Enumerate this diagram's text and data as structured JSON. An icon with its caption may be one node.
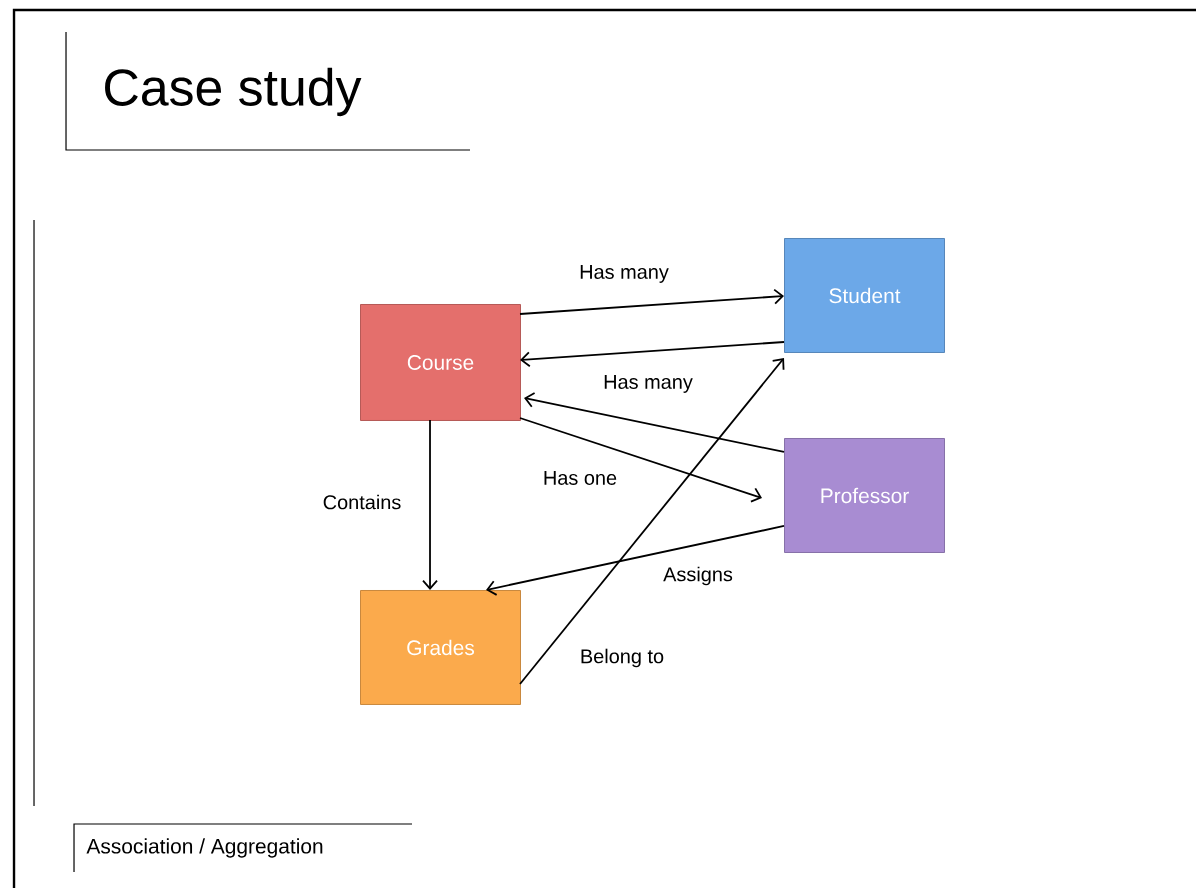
{
  "diagram": {
    "title": "Case study",
    "nodes": [
      {
        "text": [
          "Course"
        ]
      },
      {
        "text": [
          "Student"
        ]
      },
      {
        "text": [
          "Professor"
        ]
      },
      {
        "text": [
          "Grades"
        ]
      }
    ],
    "edges": [
      {
        "from": 0,
        "to": 1,
        "arrow": "to",
        "label": "Has many"
      },
      {
        "from": 1,
        "to": 0,
        "arrow": "to",
        "label": "Has many"
      },
      {
        "from": 2,
        "to": 0,
        "arrow": "to"
      },
      {
        "from": 0,
        "to": 2,
        "arrow": "to",
        "label": "Has one"
      },
      {
        "from": 0,
        "to": 3,
        "arrow": "to",
        "label": "Contains"
      },
      {
        "from": 2,
        "to": 3,
        "arrow": "to",
        "label": "Assigns"
      },
      {
        "from": 3,
        "to": 1,
        "arrow": "to",
        "label": "Belong to"
      }
    ],
    "labels": [
      "Association / Aggregation"
    ]
  }
}
